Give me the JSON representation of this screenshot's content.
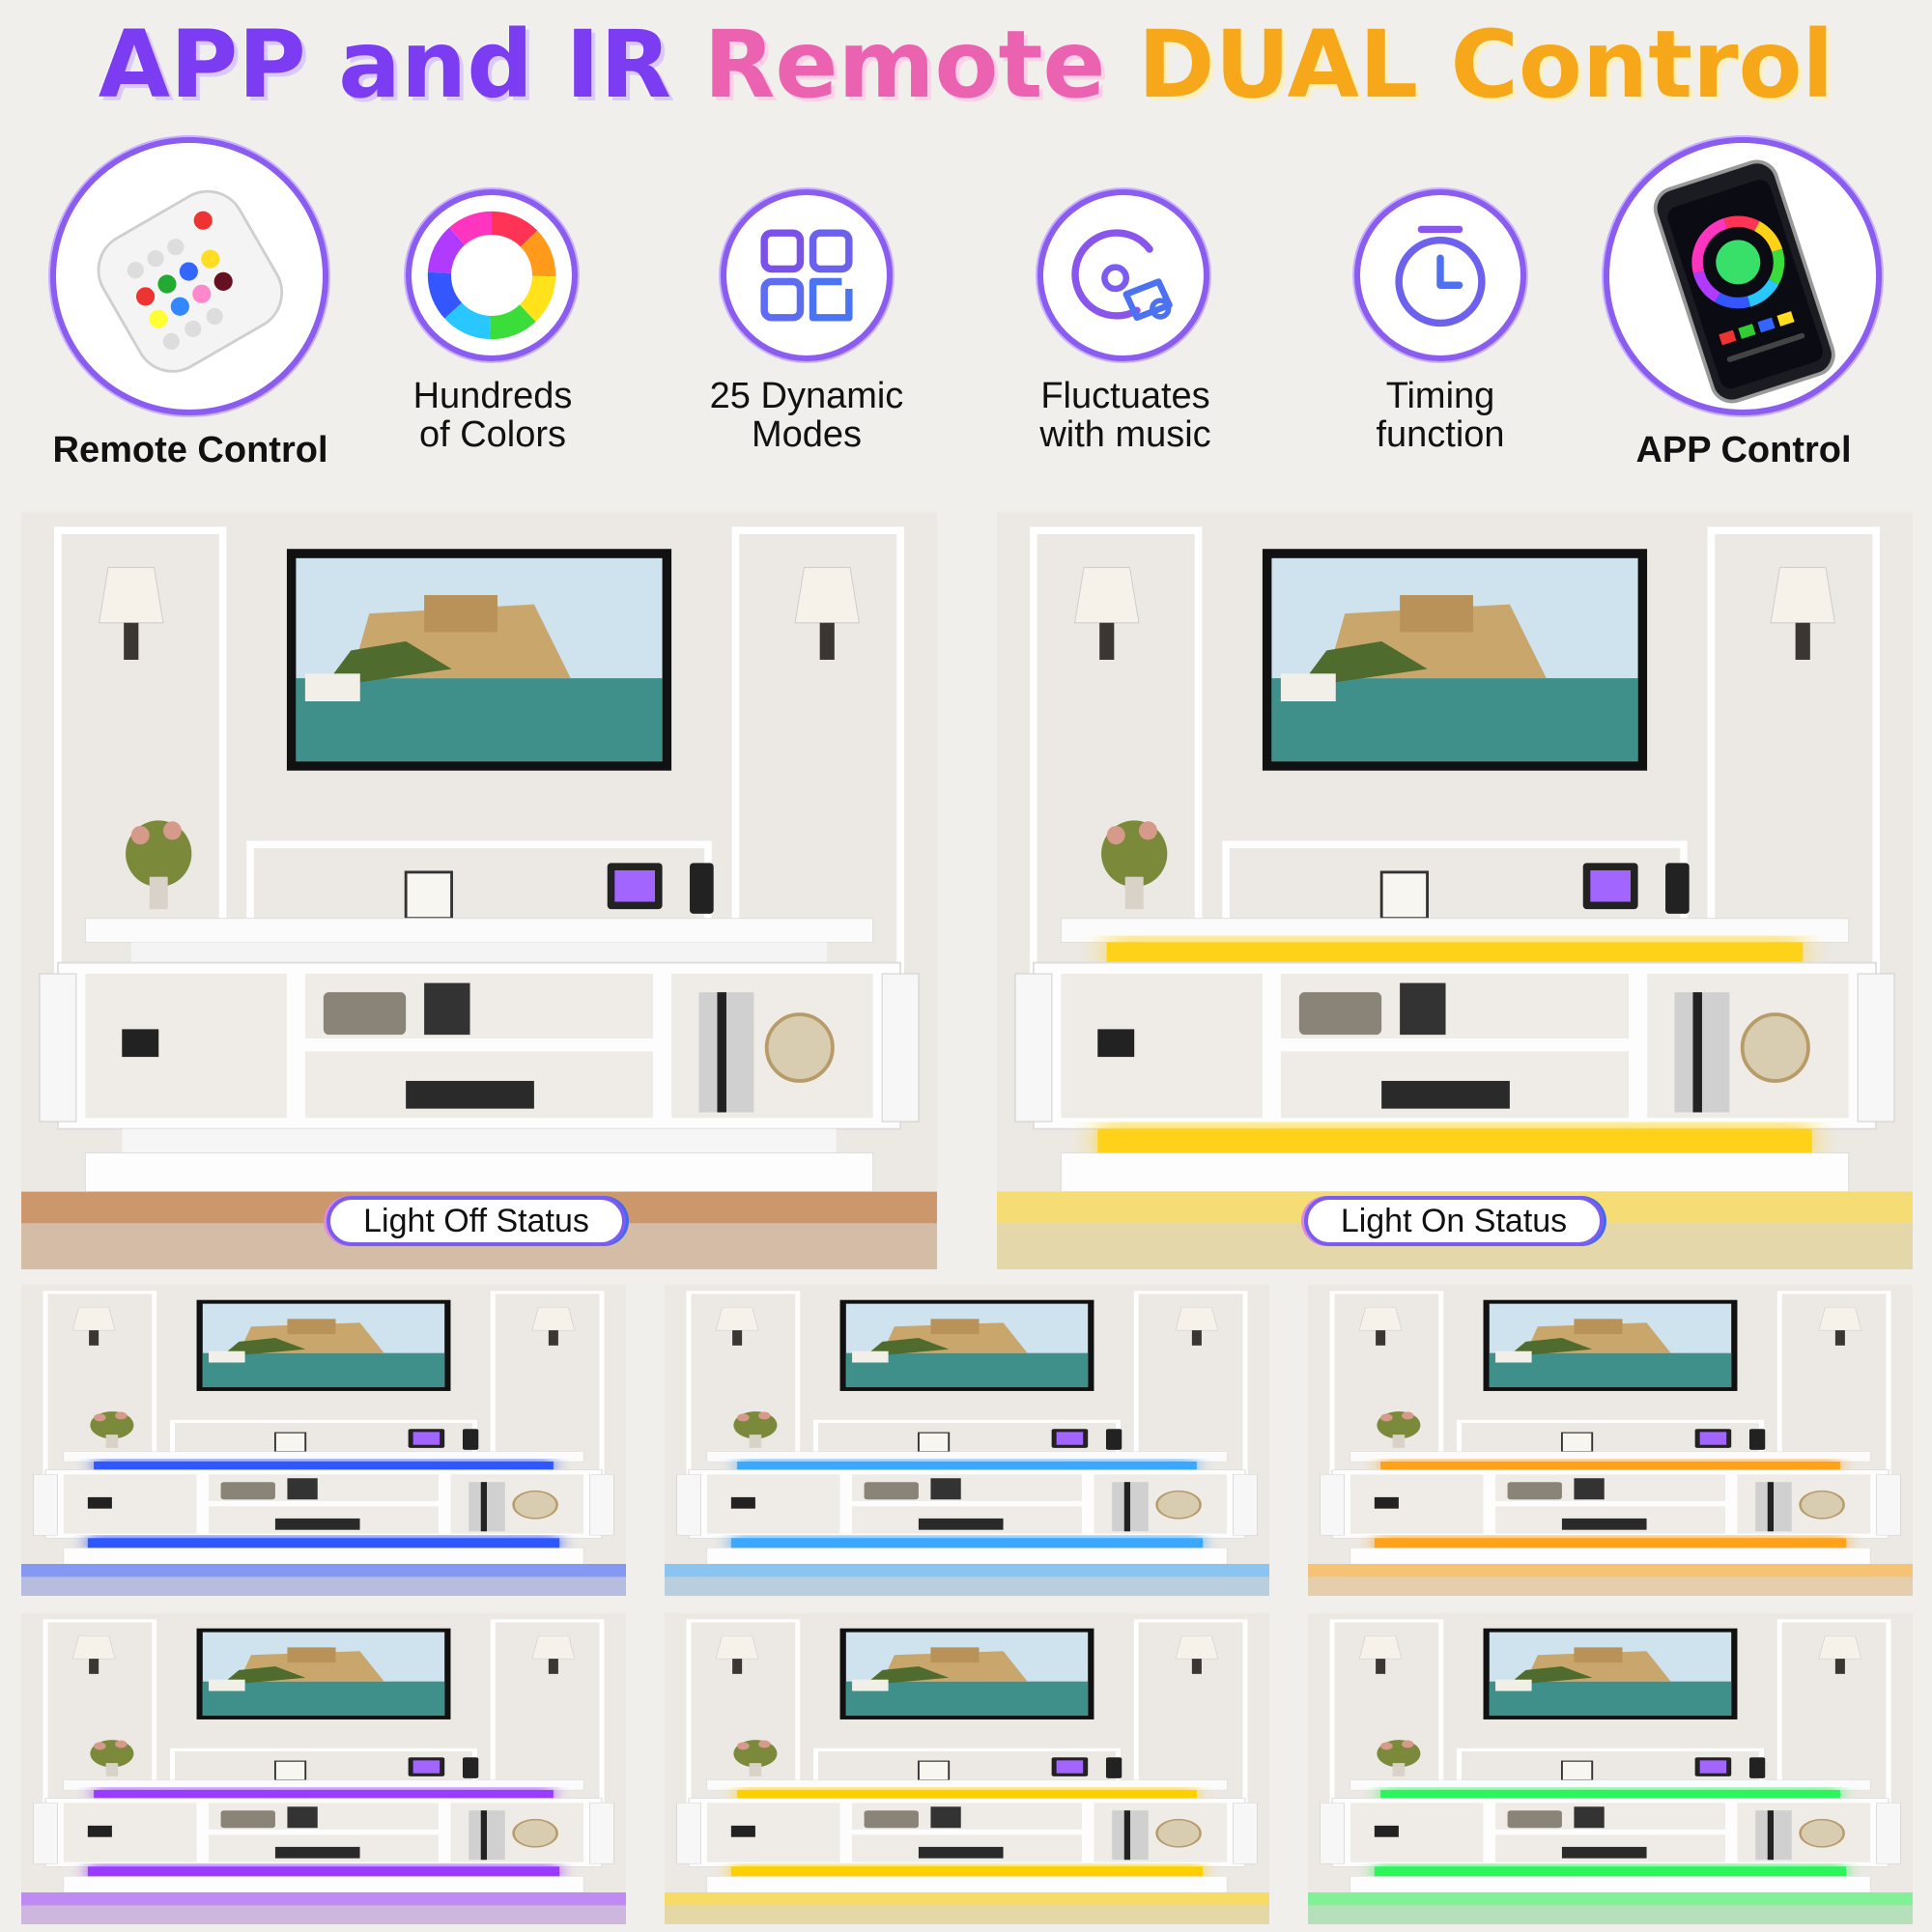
{
  "headline": {
    "part1": "APP and IR ",
    "part2": "Remote ",
    "part3": "DUAL Control"
  },
  "features": [
    {
      "label": "Remote Control",
      "icon": "remote-control-icon"
    },
    {
      "label": "Hundreds\nof Colors",
      "icon": "color-wheel-icon"
    },
    {
      "label": "25 Dynamic\nModes",
      "icon": "modes-grid-icon"
    },
    {
      "label": "Fluctuates\nwith music",
      "icon": "music-disc-icon"
    },
    {
      "label": "Timing\nfunction",
      "icon": "timer-icon"
    },
    {
      "label": "APP Control",
      "icon": "smartphone-app-icon"
    }
  ],
  "status_labels": {
    "off": "Light Off Status",
    "on": "Light On Status"
  },
  "led_colors": {
    "off": "#ffffff",
    "on": "#ffd21a",
    "blue": "#2f57ff",
    "sky": "#3aa8ff",
    "orange": "#ffa21a",
    "purple": "#9a3cff",
    "yellow": "#ffd000",
    "green": "#2bf55a"
  },
  "colors": {
    "accent_purple": "#7b3cf2",
    "accent_pink": "#ea62b0",
    "accent_orange": "#f6a81a"
  }
}
